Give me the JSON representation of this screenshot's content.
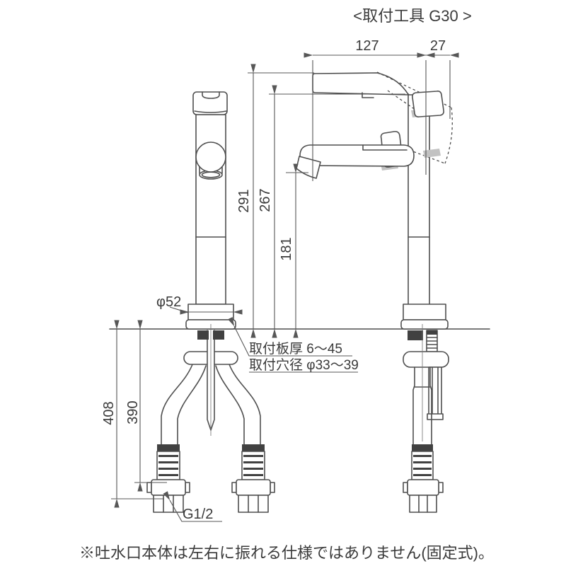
{
  "drawing": {
    "title_note": "<取付工具 G30 >",
    "footer_note": "※吐水口本体は左右に振れる仕様ではありません(固定式)。",
    "annotations": {
      "mount_plate_thickness": "取付板厚 6〜45",
      "mount_hole_diameter": "取付穴径 φ33〜39",
      "connection_thread": "G1/2",
      "base_diameter": "φ52"
    },
    "dimensions_mm": {
      "spout_reach": "127",
      "handle_rear_overhang": "27",
      "total_height": "291",
      "body_height": "267",
      "spout_height": "181",
      "under_counter_total": "408",
      "hose_length": "390"
    },
    "colors": {
      "line": "#4f4f4f",
      "dim_line": "#575757",
      "dark_band": "#414141",
      "shade": "#c2c2c2",
      "text": "#3a3a3a",
      "background": "#ffffff"
    }
  }
}
